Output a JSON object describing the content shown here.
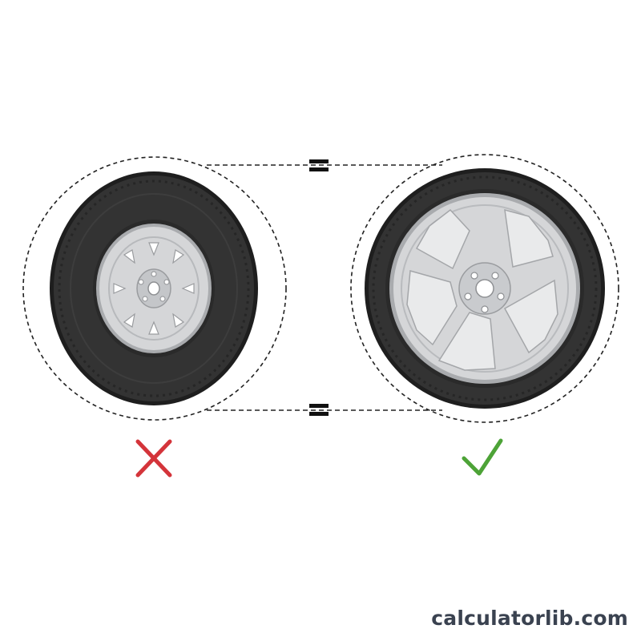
{
  "diagram": {
    "left_wheel": {
      "style": "steel-wheel-tall-sidewall",
      "verdict": "incorrect",
      "verdict_icon": "cross-icon"
    },
    "right_wheel": {
      "style": "alloy-wheel-low-profile",
      "verdict": "correct",
      "verdict_icon": "checkmark-icon"
    },
    "guide_lines": {
      "symbol": "equals",
      "top_symbol_icon": "equals-icon",
      "bottom_symbol_icon": "equals-icon"
    }
  },
  "colors": {
    "tire": "#333333",
    "tire_edge": "#1e1e1e",
    "rim": "#d5d6d8",
    "rim_shade": "#a9abae",
    "wrong": "#d4343a",
    "right": "#4da337",
    "guide": "#222222",
    "watermark": "#3a4250"
  },
  "watermark": "calculatorlib.com"
}
